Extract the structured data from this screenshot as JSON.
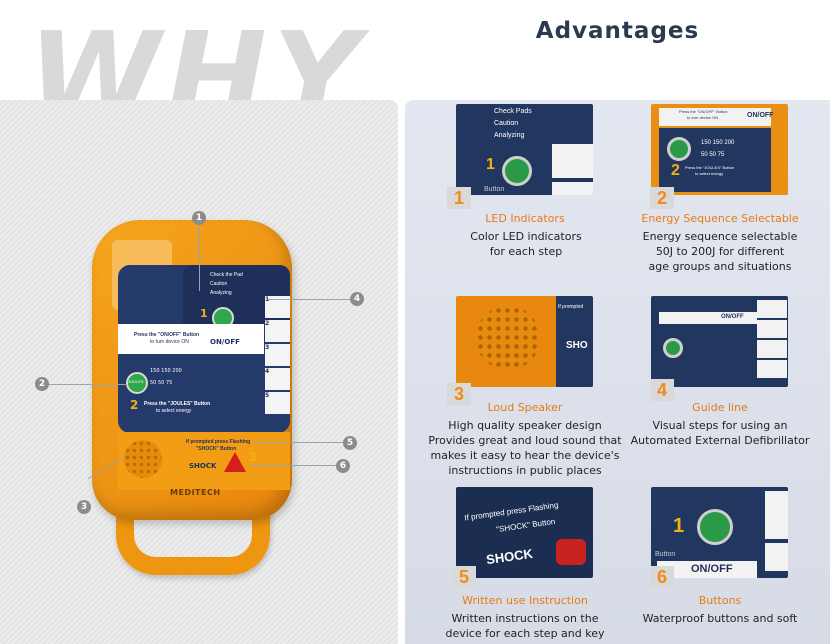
{
  "header": {
    "why_text": "WHY",
    "title": "Advantages"
  },
  "device": {
    "led_labels": [
      "Check the Pad",
      "Caution",
      "Analyzing"
    ],
    "onoff_instruction_1": "Press the \"ON/OFF\" Button",
    "onoff_instruction_2": "to turn device ON",
    "onoff_label": "ON/OFF",
    "step1": "1",
    "step2": "2",
    "step3": "3",
    "energy_adult": "150  150  200",
    "energy_child": "50   50   75",
    "joules_1": "Press the \"JOULES\" Button",
    "joules_2": "to select energy",
    "joules_btn": "JOULES",
    "shock_prompt_1": "If prompted press Flashing",
    "shock_prompt_2": "\"SHOCK\" Button",
    "shock_label": "SHOCK",
    "brand": "MEDITECH",
    "steps": [
      "1",
      "2",
      "3",
      "4",
      "5"
    ],
    "callouts": [
      "1",
      "2",
      "3",
      "4",
      "5",
      "6"
    ]
  },
  "features": [
    {
      "num": "1",
      "title": "LED Indicators",
      "desc": "Color LED indicators\nfor each step"
    },
    {
      "num": "2",
      "title": "Energy Sequence Selectable",
      "desc": "Energy sequence selectable\n50J to 200J for different\nage groups and situations"
    },
    {
      "num": "3",
      "title": "Loud Speaker",
      "desc": "High quality speaker design\nProvides great and loud sound that\nmakes it easy to hear the device's\ninstructions in public places"
    },
    {
      "num": "4",
      "title": "Guide line",
      "desc": "Visual steps for using an\nAutomated External Defibrillator"
    },
    {
      "num": "5",
      "title": "Written use Instruction",
      "desc": "Written instructions on the\ndevice for each step and key"
    },
    {
      "num": "6",
      "title": "Buttons",
      "desc": "Waterproof buttons and soft"
    }
  ],
  "thumbs": {
    "t1_leds": [
      "Check Pads",
      "Caution",
      "Analyzing"
    ],
    "t1_button": "Button",
    "t1_one": "1",
    "t2_press": "Press the \"ON/OFF\" Button",
    "t2_turn": "to turn device ON",
    "t2_onoff": "ON/OFF",
    "t2_energy1": "150  150  200",
    "t2_energy2": "50   50   75",
    "t2_joules1": "Press the \"JOULES\" Button",
    "t2_joules2": "to select energy",
    "t2_two": "2",
    "t3_text": "If prompted",
    "t3_shock": "SHO",
    "t4_onoff": "ON/OFF",
    "t5_prompt": "If prompted press Flashing",
    "t5_shockbtn": "\"SHOCK\" Button",
    "t5_shock": "SHOCK",
    "t6_one": "1",
    "t6_button": "Button",
    "t6_onoff": "ON/OFF"
  }
}
